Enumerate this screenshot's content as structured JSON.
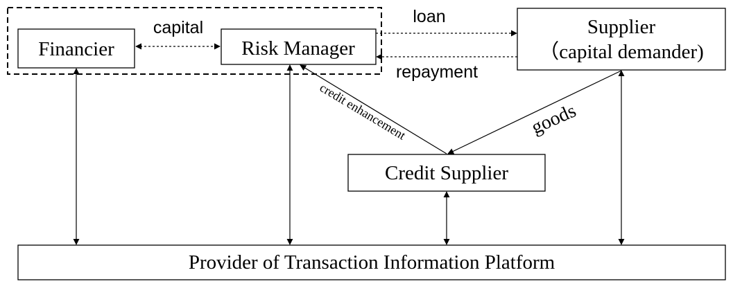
{
  "nodes": {
    "financier": "Financier",
    "risk_manager": "Risk Manager",
    "supplier_line1": "Supplier",
    "supplier_line2": "（capital demander)",
    "credit_supplier": "Credit Supplier",
    "platform": "Provider of Transaction Information Platform"
  },
  "edges": {
    "capital": "capital",
    "loan": "loan",
    "repayment": "repayment",
    "credit_enhancement": "credit enhancement",
    "goods": "goods"
  }
}
